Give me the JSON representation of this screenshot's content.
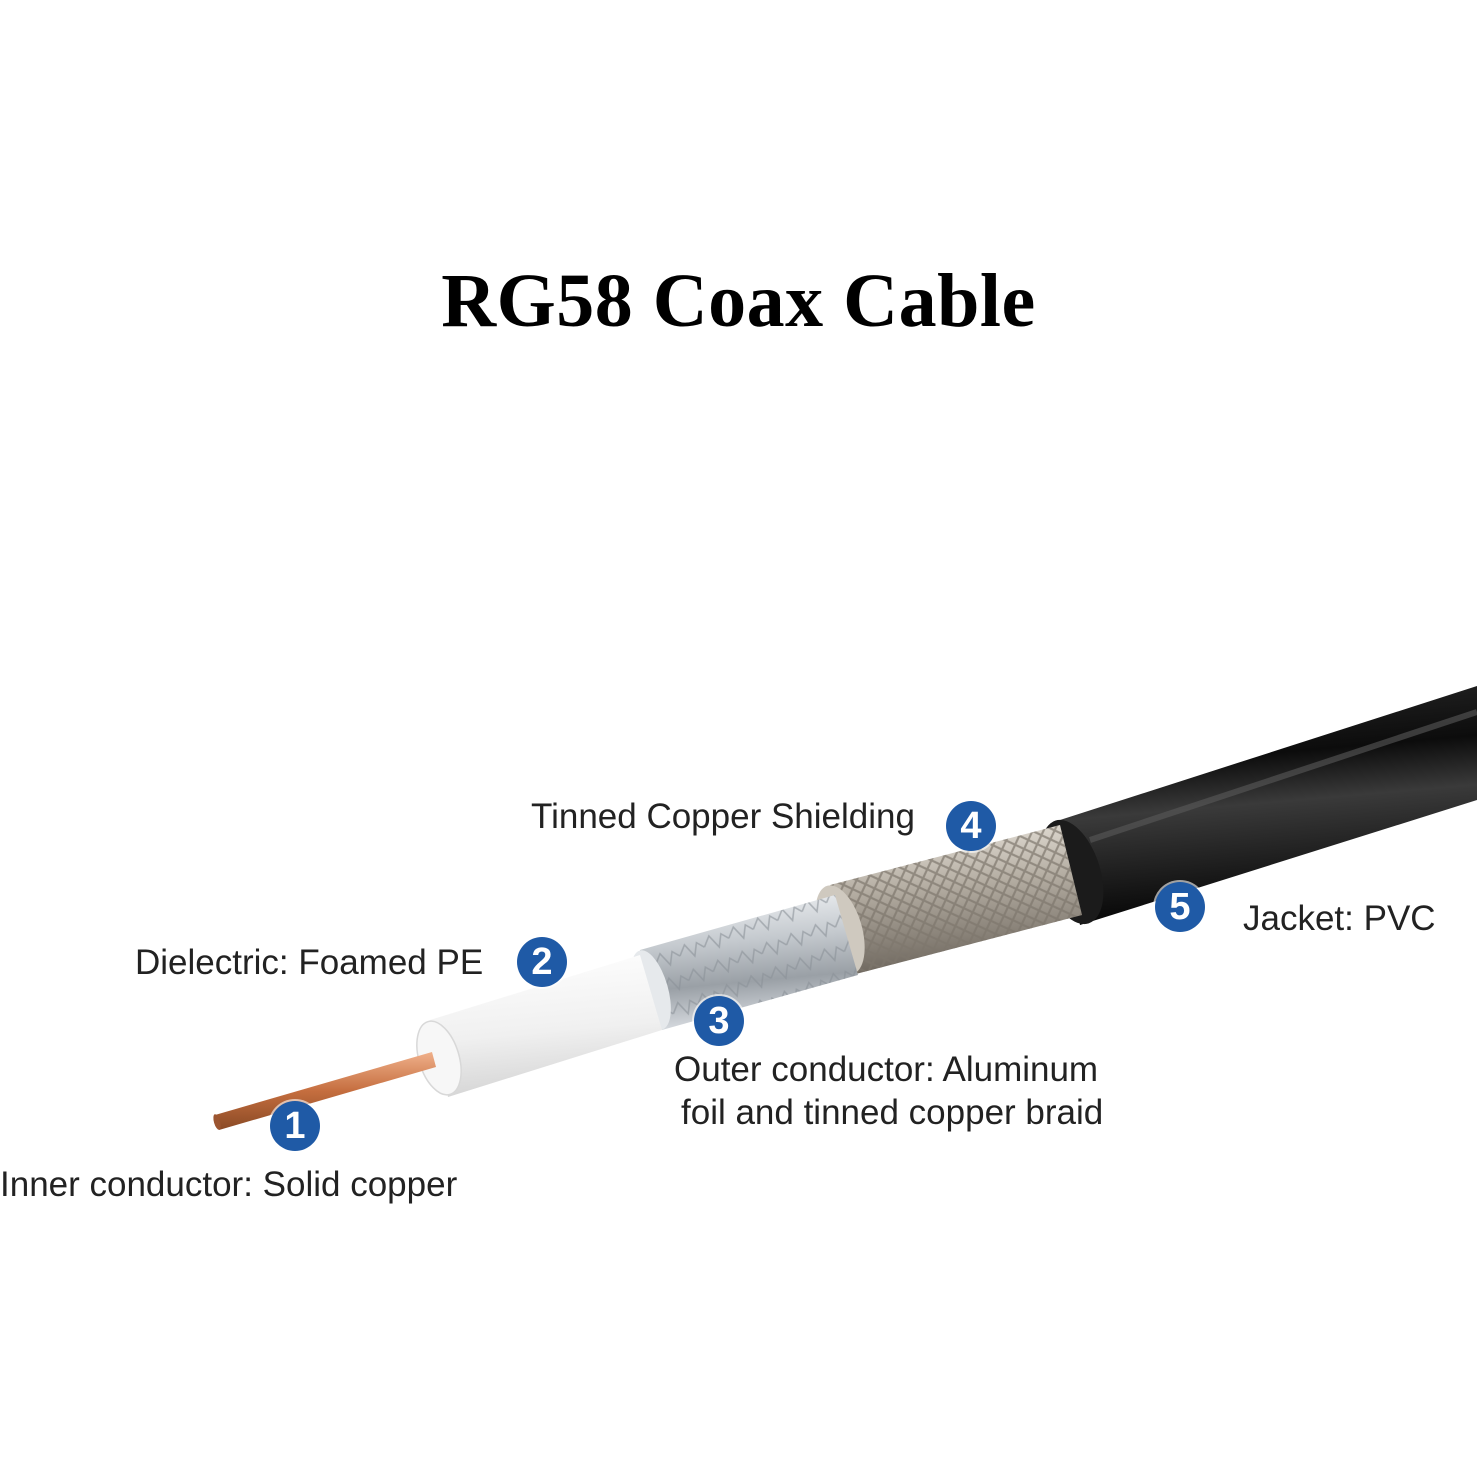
{
  "title": "RG58 Coax Cable",
  "colors": {
    "badge": "#1f5aa6",
    "jacket": "#111111",
    "copper": "#c9784a",
    "dielectric": "#f2f2f2",
    "foil": "#c8ccd0",
    "braid": "#a9a39a"
  },
  "layers": [
    {
      "number": "1",
      "label": "Inner conductor: Solid copper"
    },
    {
      "number": "2",
      "label": "Dielectric: Foamed PE"
    },
    {
      "number": "3",
      "label_line1": "Outer conductor: Aluminum",
      "label_line2": "foil and tinned copper braid"
    },
    {
      "number": "4",
      "label": "Tinned Copper Shielding"
    },
    {
      "number": "5",
      "label": "Jacket: PVC"
    }
  ]
}
